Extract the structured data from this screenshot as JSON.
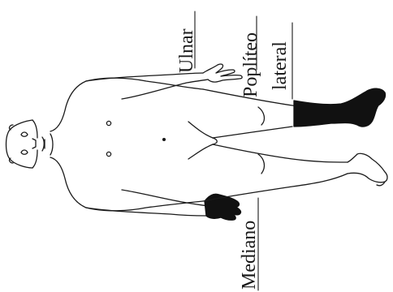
{
  "labels": {
    "ulnar": "Ulnar",
    "popliteo": "Poplíteo",
    "lateral": "lateral",
    "mediano": "Mediano"
  },
  "colors": {
    "ink": "#1a1a1a",
    "shaded": "#111111",
    "background": "#ffffff"
  }
}
